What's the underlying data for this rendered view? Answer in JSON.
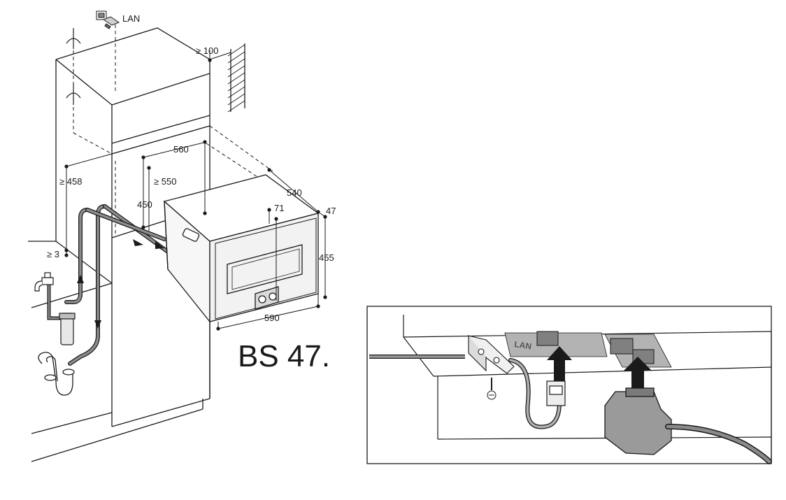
{
  "dimensions": {
    "top_clearance": "≥ 100",
    "niche_height_min": "≥ 458",
    "niche_depth_min": "≥ 550",
    "inner_width": "560",
    "inner_height": "450",
    "side_gap": "≥ 3",
    "device_depth": "540",
    "front_thickness": "47",
    "front_offset": "71",
    "device_height": "455",
    "device_width": "590"
  },
  "labels": {
    "lan_top": "LAN",
    "model_code": "BS 47.",
    "lan_socket": "LAN"
  },
  "colors": {
    "line": "#1a1a1a",
    "hose": "#8c8c8c",
    "panel_grey": "#b3b3b3",
    "plug_grey": "#9a9a9a",
    "device_face": "#f2f2f2"
  }
}
